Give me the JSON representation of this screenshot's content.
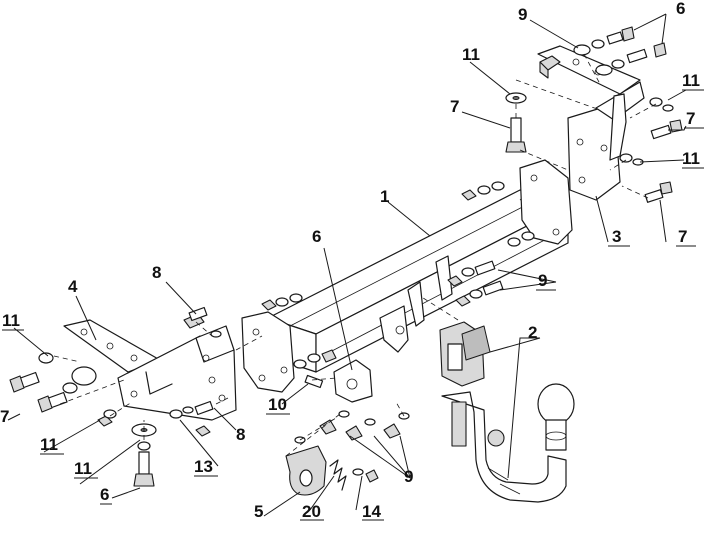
{
  "callouts": {
    "c1": "1",
    "c2": "2",
    "c3": "3",
    "c4": "4",
    "c5": "5",
    "c6_top": "6",
    "c6_mid": "6",
    "c6_bottom": "6",
    "c7_top": "7",
    "c7_right1": "7",
    "c7_right2": "7",
    "c7_left": "7",
    "c8_top": "8",
    "c8_bottom": "8",
    "c9_top": "9",
    "c9_mid": "9",
    "c9_bottom": "9",
    "c10": "10",
    "c11_top": "11",
    "c11_right1": "11",
    "c11_right2": "11",
    "c11_left1": "11",
    "c11_left2": "11",
    "c11_left3": "11",
    "c13": "13",
    "c14": "14",
    "c20": "20"
  },
  "colors": {
    "line": "#1a1a1a",
    "part_fill": "#d9d9d9",
    "background": "#ffffff"
  }
}
